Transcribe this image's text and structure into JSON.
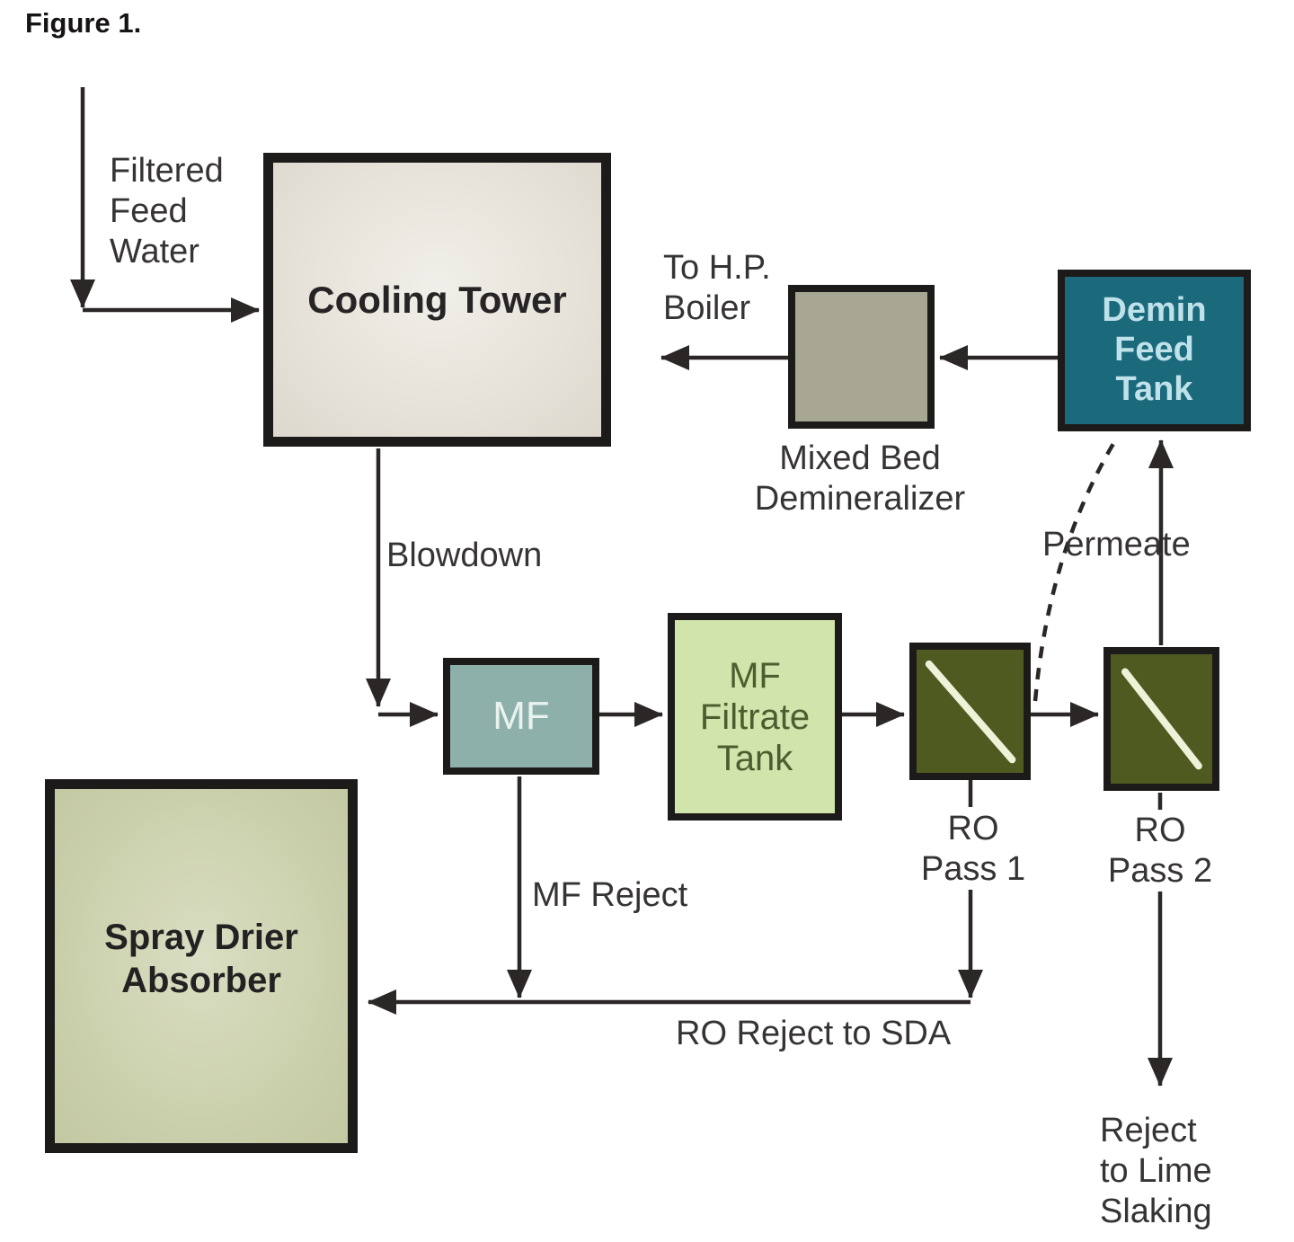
{
  "figure_title": "Figure 1.",
  "colors": {
    "line": "#2a2726",
    "cooling_tower_fill": "#e7e3da",
    "mixed_bed_fill": "#a7a793",
    "demin_tank_fill": "#1a6a7c",
    "demin_tank_text": "#bfe1ea",
    "mf_fill": "#8eb0aa",
    "mf_text": "#e9f2ef",
    "mf_filtrate_fill": "#d0e4ab",
    "mf_filtrate_text": "#4b5e30",
    "ro_fill": "#4e5a1f",
    "ro_stripe": "#eef2d9",
    "sda_fill": "#cbd0ac",
    "label_text": "#363334"
  },
  "nodes": {
    "cooling_tower": {
      "label": "Cooling Tower"
    },
    "mixed_bed": {
      "label": "Mixed Bed\nDemineralizer"
    },
    "demin_feed_tank": {
      "label": "Demin\nFeed\nTank"
    },
    "mf": {
      "label": "MF"
    },
    "mf_filtrate_tank": {
      "label": "MF\nFiltrate\nTank"
    },
    "ro_pass_1": {
      "label": "RO\nPass 1"
    },
    "ro_pass_2": {
      "label": "RO\nPass 2"
    },
    "spray_drier_absorber": {
      "label": "Spray Drier\nAbsorber"
    }
  },
  "flows": {
    "filtered_feed_water": "Filtered\nFeed\nWater",
    "blowdown": "Blowdown",
    "to_hp_boiler": "To H.P.\nBoiler",
    "permeate": "Permeate",
    "mf_reject": "MF Reject",
    "ro_reject_to_sda": "RO Reject to SDA",
    "reject_to_lime_slaking": "Reject\nto Lime\nSlaking"
  }
}
